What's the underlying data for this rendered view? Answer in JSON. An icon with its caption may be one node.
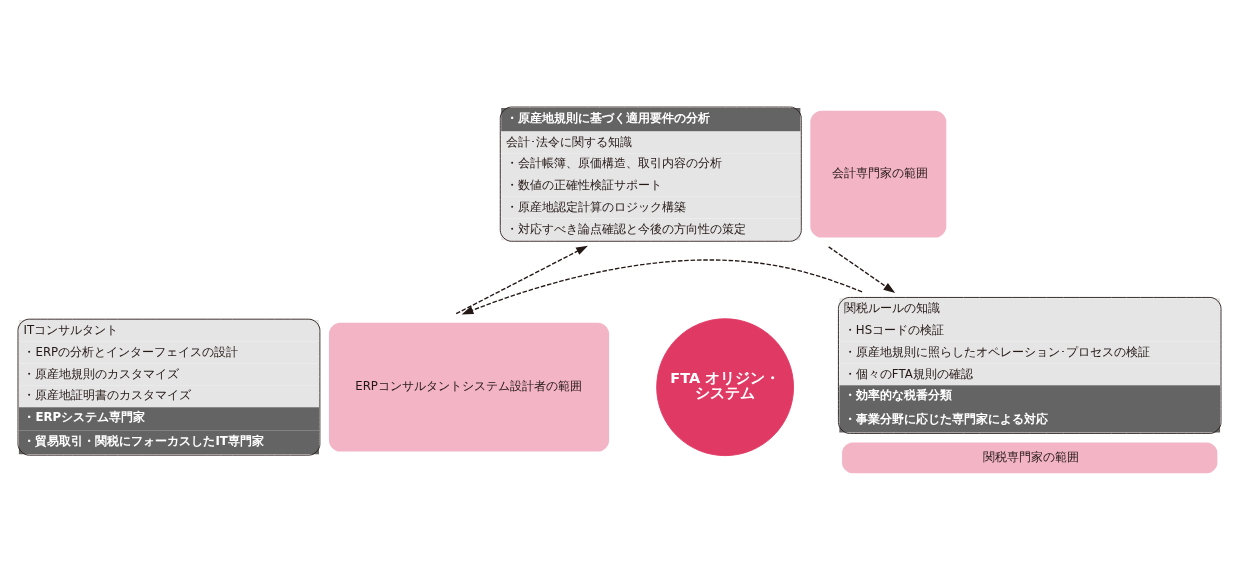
{
  "diagram": {
    "nodes": [
      {
        "text": [
          "・原産地規則に基づく適用要件の分析",
          "会計･法令に関する知識",
          "・会計帳簿、原価構造、取引内容の分析",
          "・数値の正確性検証サポート",
          "・原産地認定計算のロジック構築",
          "・対応すべき論点確認と今後の方向性の策定"
        ],
        "beside": [
          "会計専門家の範囲"
        ]
      },
      {
        "text": [
          "FTA オリジン・システム"
        ]
      },
      {
        "text": [
          "関税ルールの知識",
          "・HSコードの検証",
          "・原産地規則に照らしたオペレーション･プロセスの検証",
          "・個々のFTA規則の確認",
          "・効率的な税番分類",
          "・事業分野に応じた専門家による対応"
        ],
        "beside": [
          "関税専門家の範囲"
        ]
      },
      {
        "text": [
          "ITコンサルタント",
          "・ERPの分析とインターフェイスの設計",
          "・原産地規則のカスタマイズ",
          "・原産地証明書のカスタマイズ",
          "・ERPシステム専門家",
          "・貿易取引・関税にフォーカスしたIT専門家"
        ],
        "beside": [
          "ERPコンサルタントシステム設計者の範囲"
        ]
      }
    ],
    "edges": [
      {
        "from": 0,
        "to": 2,
        "arrow": "to",
        "style": "dashed"
      },
      {
        "from": 2,
        "to": 3,
        "arrow": "to",
        "style": "dashed"
      },
      {
        "from": 3,
        "to": 0,
        "arrow": "to",
        "style": "dashed"
      }
    ]
  }
}
